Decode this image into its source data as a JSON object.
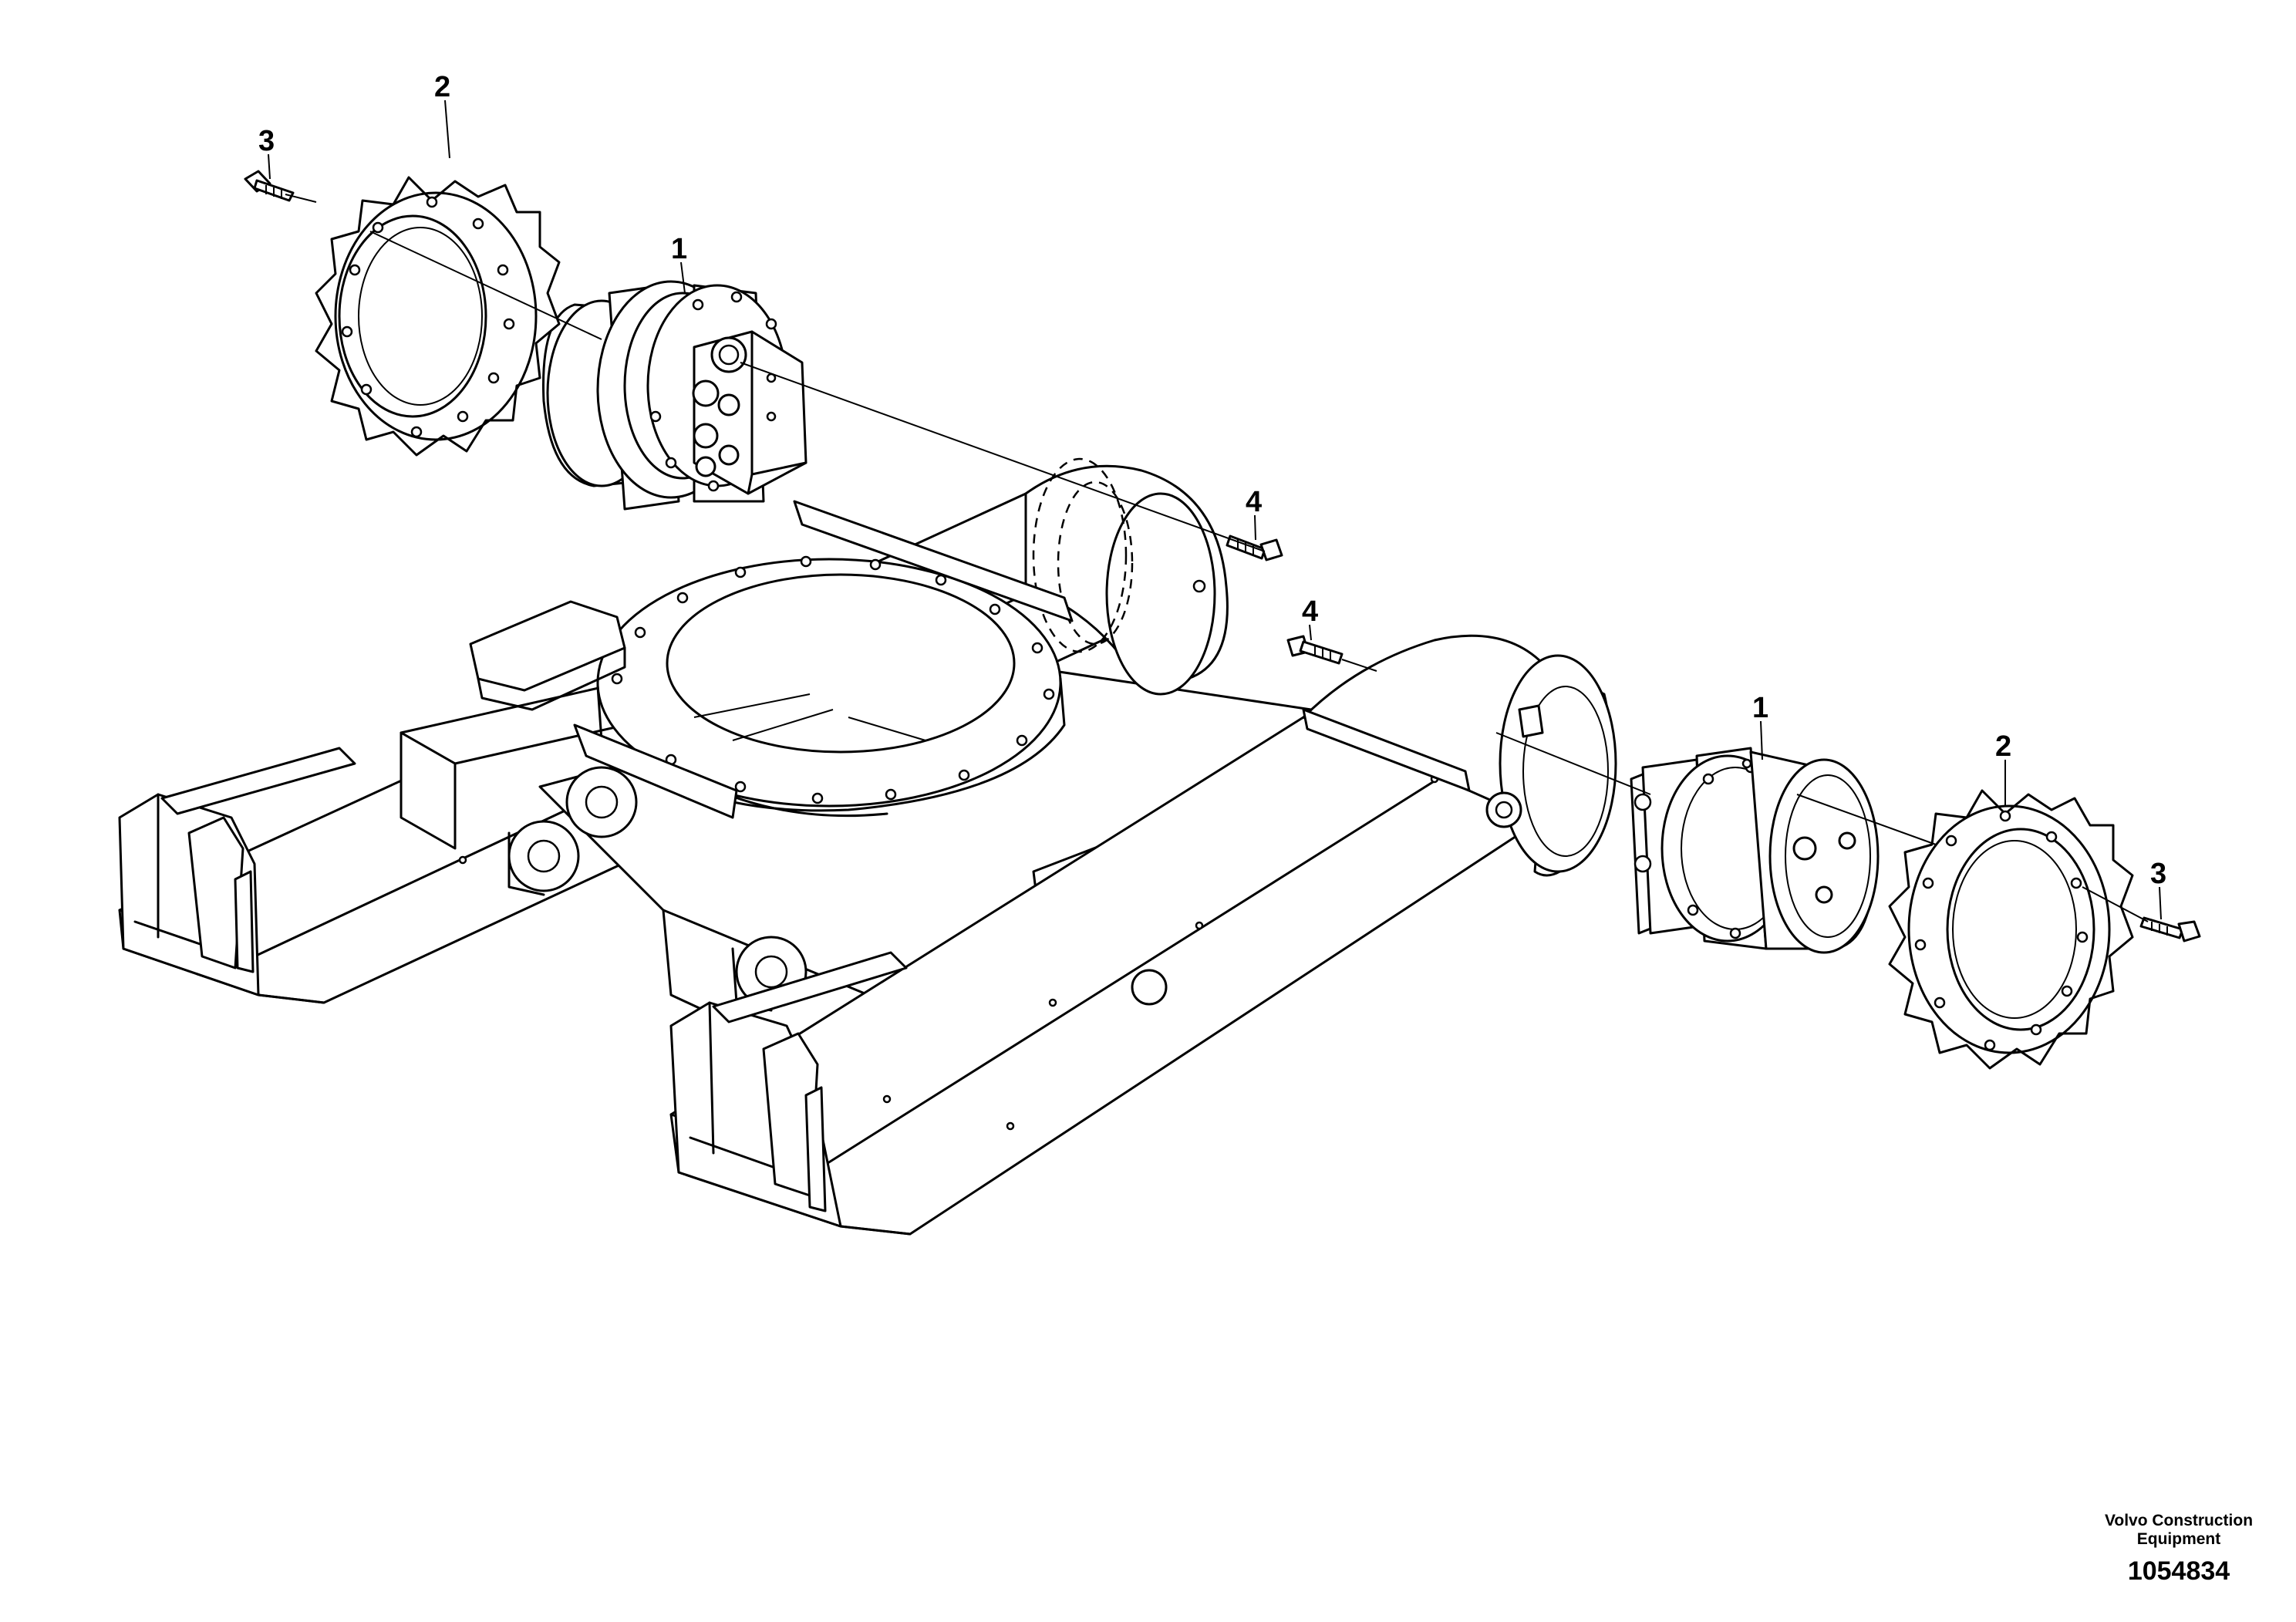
{
  "callouts": {
    "motor_left": "1",
    "motor_right": "1",
    "sprocket_left": "2",
    "sprocket_right": "2",
    "bolt_sprocket_left": "3",
    "bolt_sprocket_right": "3",
    "bolt_motor_left": "4",
    "bolt_motor_right": "4"
  },
  "footer": {
    "brand_line1": "Volvo Construction",
    "brand_line2": "Equipment",
    "doc_number": "1054834"
  }
}
